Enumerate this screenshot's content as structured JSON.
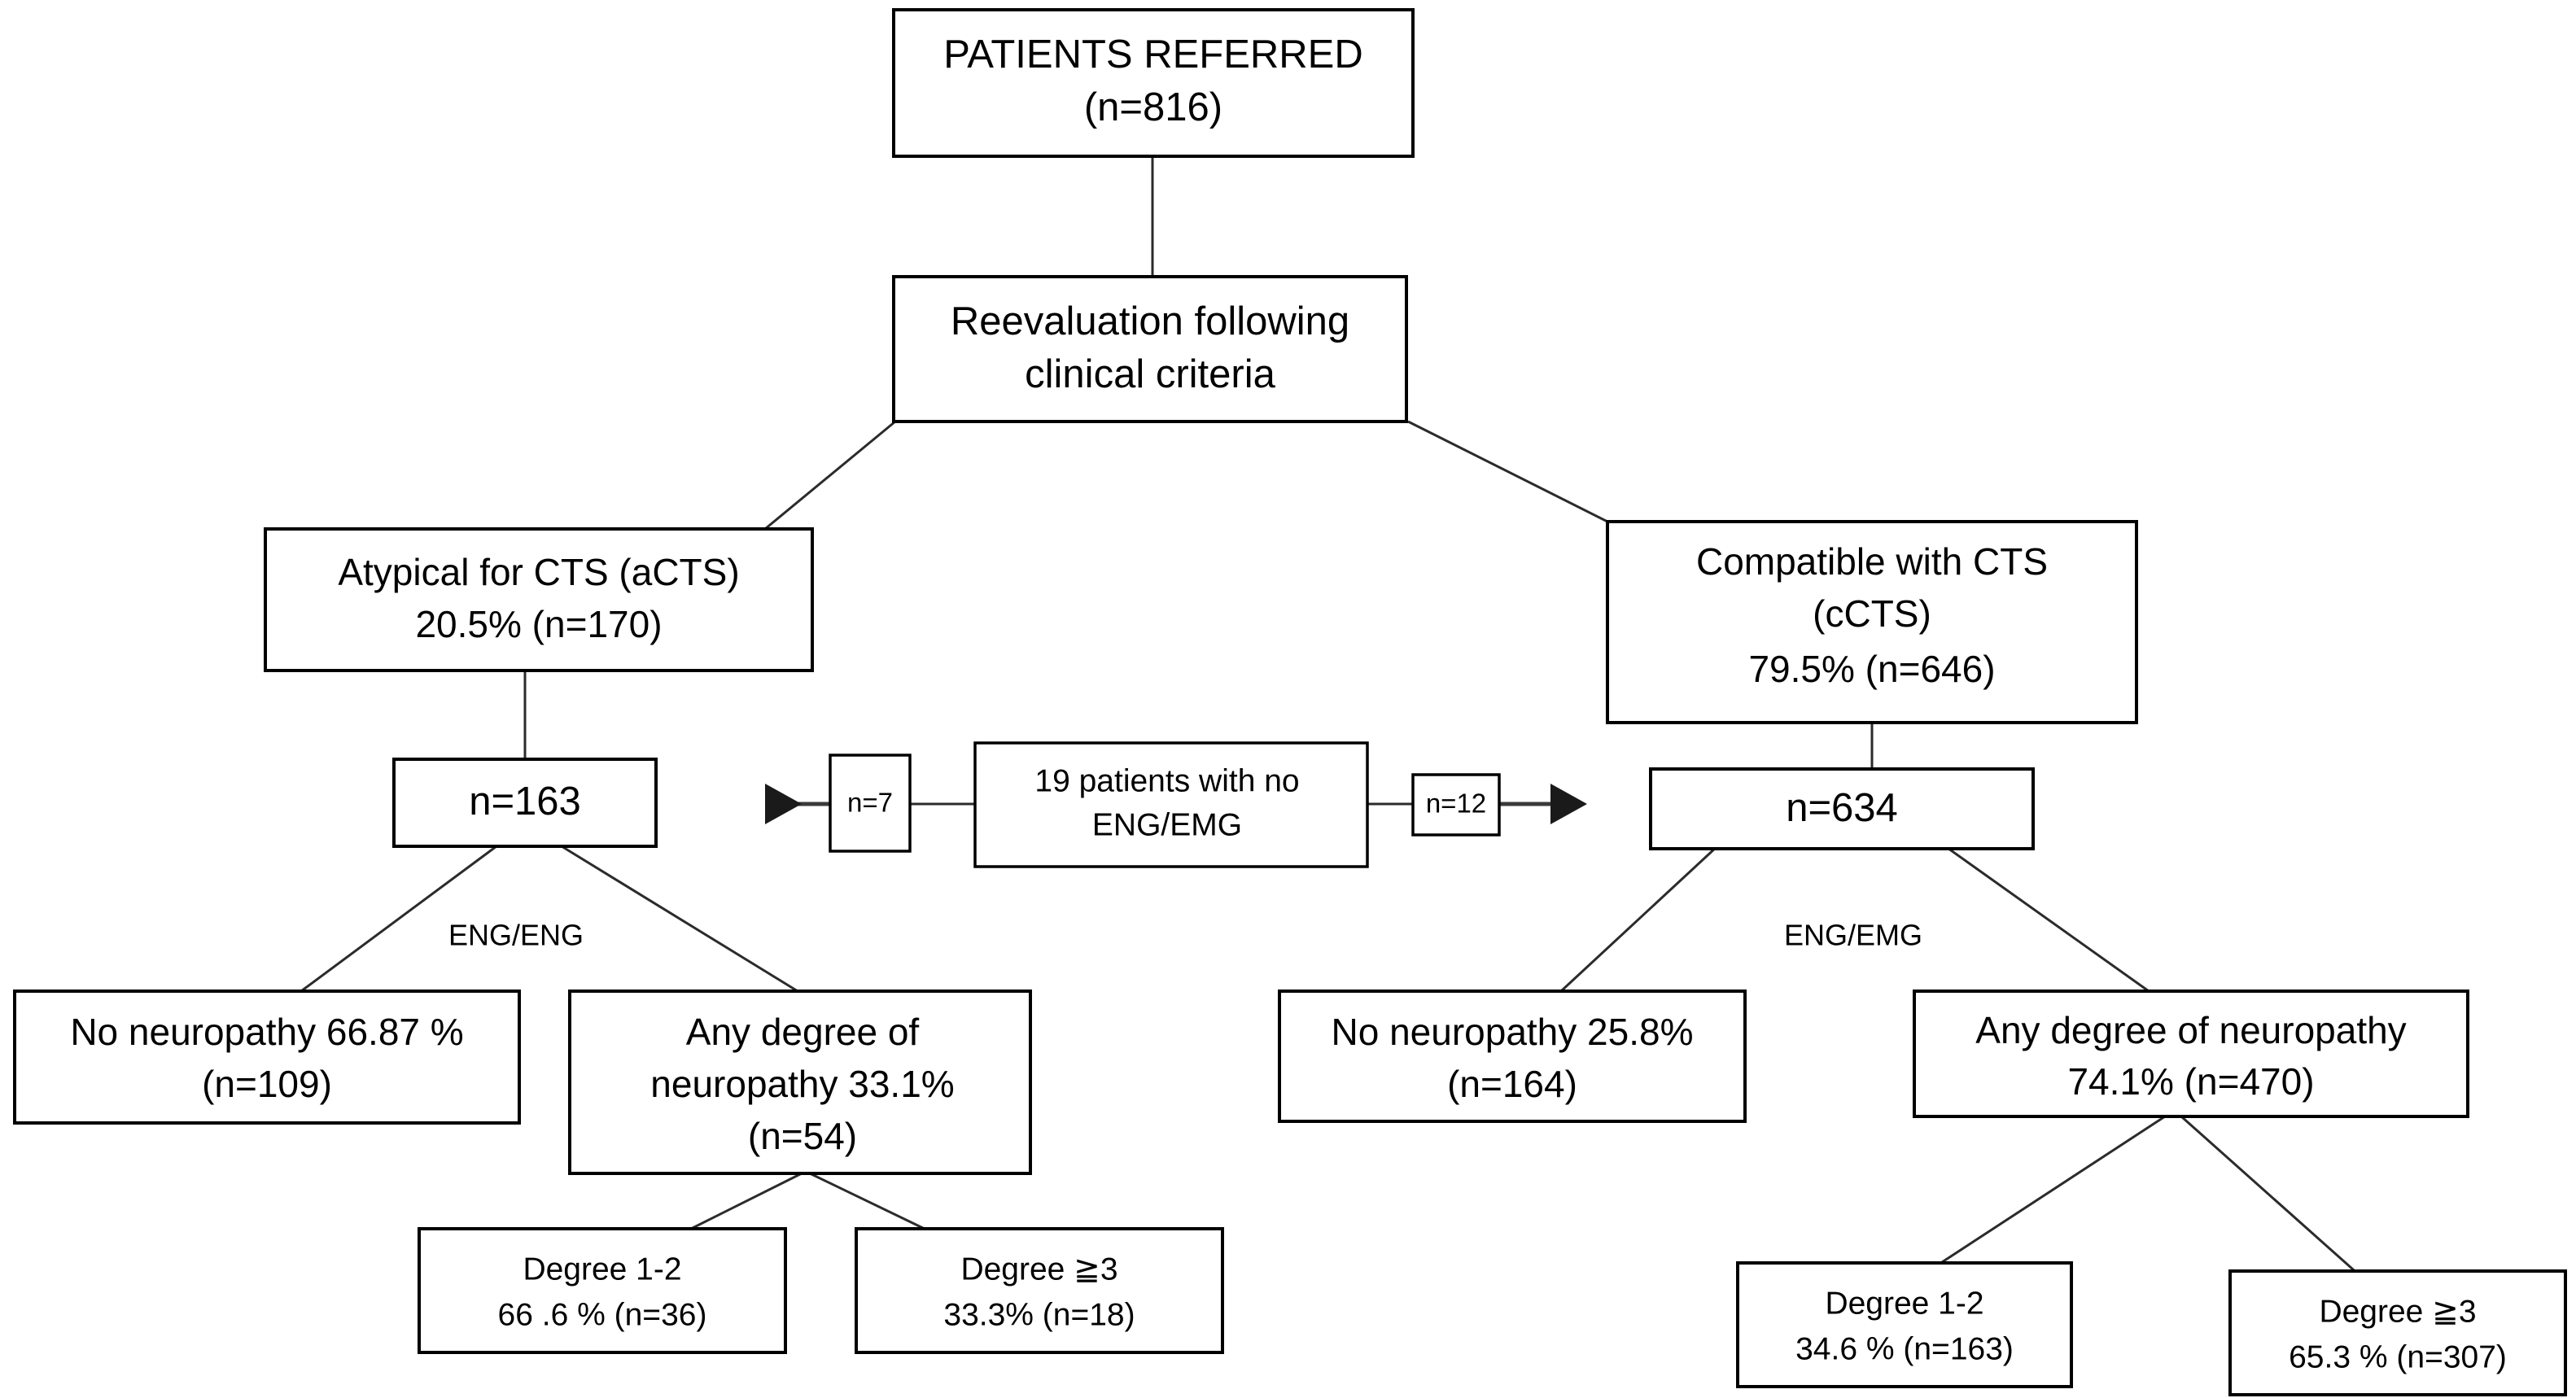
{
  "diagram": {
    "type": "flowchart",
    "title": "Patient referral and ENG/EMG neuropathy classification flow",
    "nodes": {
      "patients_referred": {
        "label": "PATIENTS REFERRED",
        "line1": "PATIENTS REFERRED",
        "line2": "(n=816)",
        "count": 816
      },
      "reevaluation": {
        "line1": "Reevaluation following",
        "line2": "clinical criteria"
      },
      "acts": {
        "line1": "Atypical for CTS (aCTS)",
        "line2": "20.5% (n=170)",
        "percent": 20.5,
        "count": 170
      },
      "ccts": {
        "line1": "Compatible with CTS",
        "line2": "(cCTS)",
        "line3": "79.5% (n=646)",
        "percent": 79.5,
        "count": 646
      },
      "n163": {
        "line1": "n=163",
        "count": 163
      },
      "n634": {
        "line1": "n=634",
        "count": 634
      },
      "no_eng_emg": {
        "line1": "19 patients with no",
        "line2": "ENG/EMG",
        "count": 19
      },
      "n7": {
        "line1": "n=7",
        "count": 7
      },
      "n12": {
        "line1": "n=12",
        "count": 12
      },
      "left_no_neuropathy": {
        "line1": "No neuropathy 66.87 %",
        "line2": "(n=109)",
        "percent": 66.87,
        "count": 109
      },
      "left_any_neuropathy": {
        "line1": "Any degree of",
        "line2": "neuropathy  33.1%",
        "line3": "(n=54)",
        "percent": 33.1,
        "count": 54
      },
      "right_no_neuropathy": {
        "line1": "No neuropathy 25.8%",
        "line2": "(n=164)",
        "percent": 25.8,
        "count": 164
      },
      "right_any_neuropathy": {
        "line1": "Any degree of neuropathy",
        "line2": "74.1% (n=470)",
        "percent": 74.1,
        "count": 470
      },
      "left_degree_12": {
        "line1": "Degree 1-2",
        "line2": "66 .6 % (n=36)",
        "percent": 66.6,
        "count": 36
      },
      "left_degree_3": {
        "line1": "Degree ≧3",
        "line2": "33.3%  (n=18)",
        "percent": 33.3,
        "count": 18
      },
      "right_degree_12": {
        "line1": "Degree 1-2",
        "line2": "34.6 %  (n=163)",
        "percent": 34.6,
        "count": 163
      },
      "right_degree_3": {
        "line1": "Degree ≧3",
        "line2": "65.3 % (n=307)",
        "percent": 65.3,
        "count": 307
      }
    },
    "edge_labels": {
      "left_test": "ENG/ENG",
      "right_test": "ENG/EMG"
    },
    "colors": {
      "box_stroke": "#000000",
      "box_fill": "#ffffff",
      "text": "#000000",
      "connector": "#2b2b2b",
      "background": "#ffffff"
    }
  }
}
